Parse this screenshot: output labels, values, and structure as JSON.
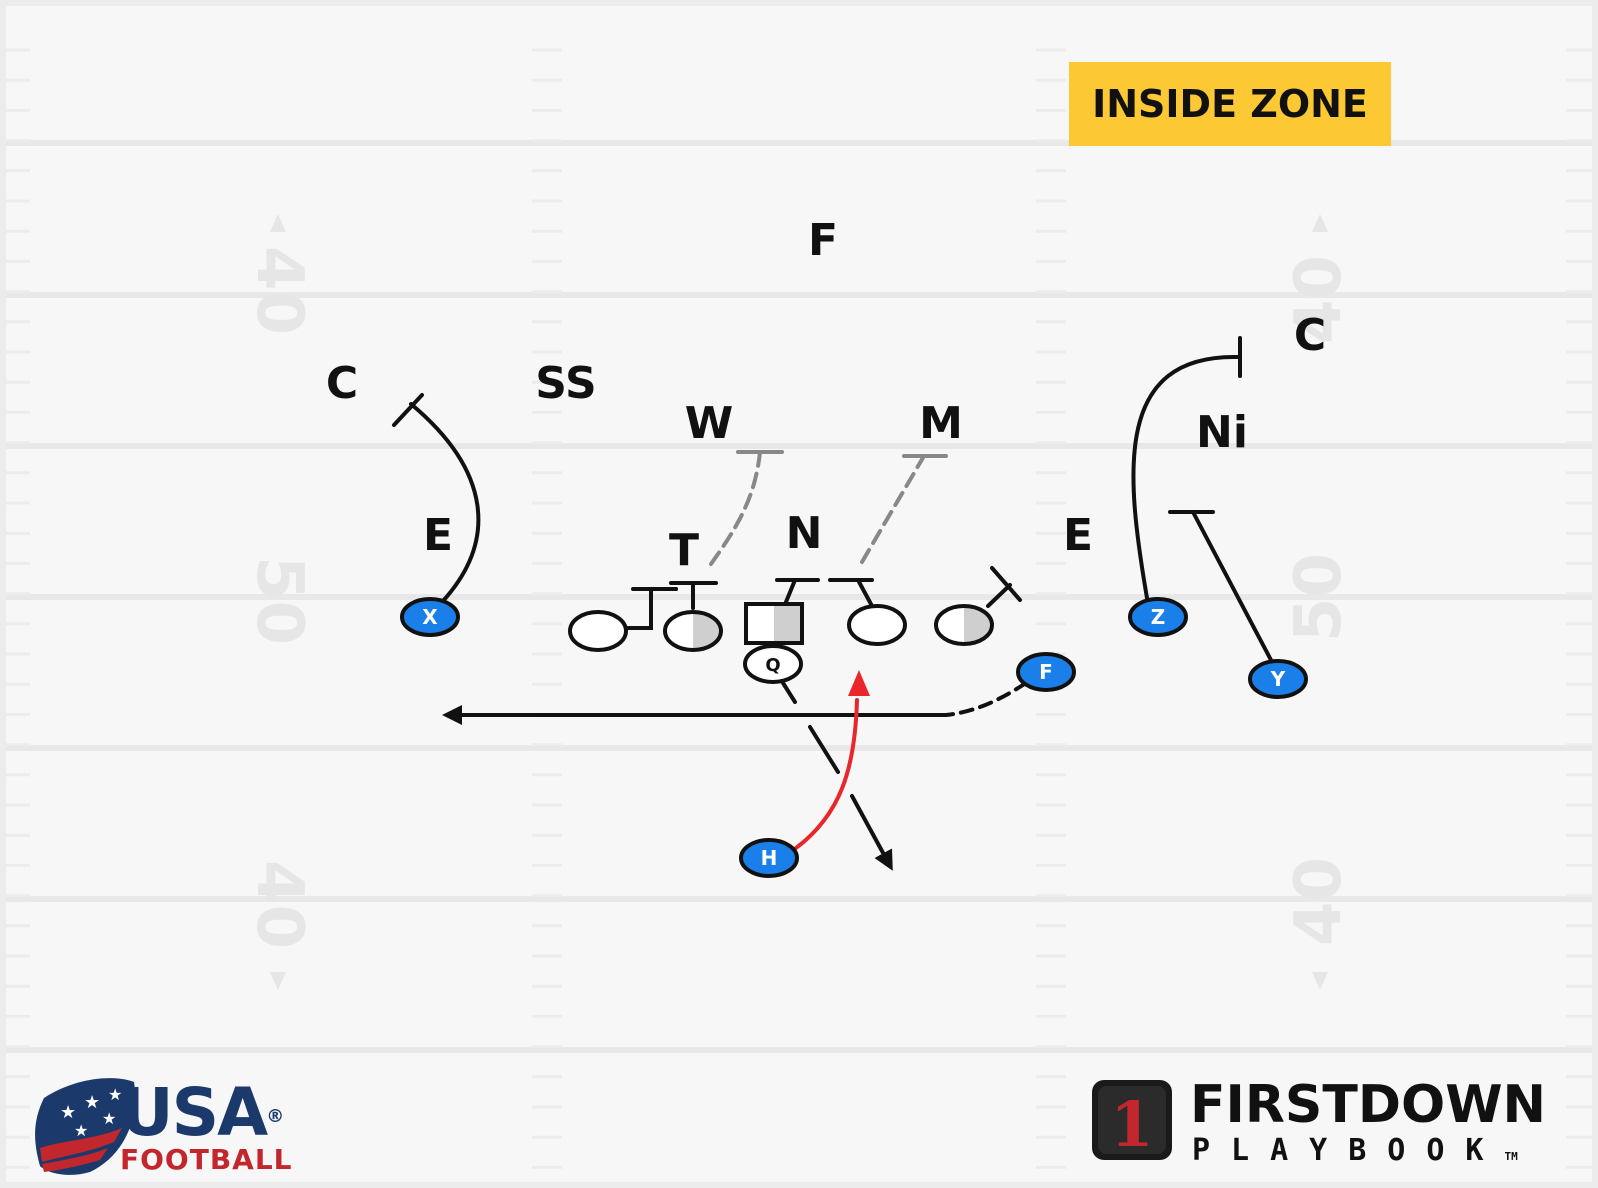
{
  "play_name": "INSIDE ZONE",
  "yard_numbers": [
    "40",
    "50",
    "40"
  ],
  "defense_labels": {
    "corner_left": "C",
    "strong_safety": "SS",
    "free_safety": "F",
    "will": "W",
    "mike": "M",
    "corner_right": "C",
    "nickel": "Ni",
    "end_left": "E",
    "tackle": "T",
    "nose": "N",
    "end_right": "E"
  },
  "offense_labels": {
    "x": "X",
    "z": "Z",
    "y": "Y",
    "f": "F",
    "h": "H",
    "q": "Q"
  },
  "logos": {
    "usa_wordmark": "USA",
    "usa_sub": "FOOTBALL",
    "registered": "®",
    "fd_digit": "1",
    "fd_title": "FIRSTDOWN",
    "fd_sub": "PLAYBOOK",
    "fd_tm": "TM"
  },
  "colors": {
    "field": "#f7f7f7",
    "yard_line": "#e8e8e8",
    "player_blue": "#1a7fe8",
    "route_black": "#111111",
    "ball_path_red": "#e8262c",
    "block_gray": "#888888",
    "badge_yellow": "#fcc934",
    "usa_navy": "#1b3a6b",
    "usa_red": "#c1272d"
  }
}
